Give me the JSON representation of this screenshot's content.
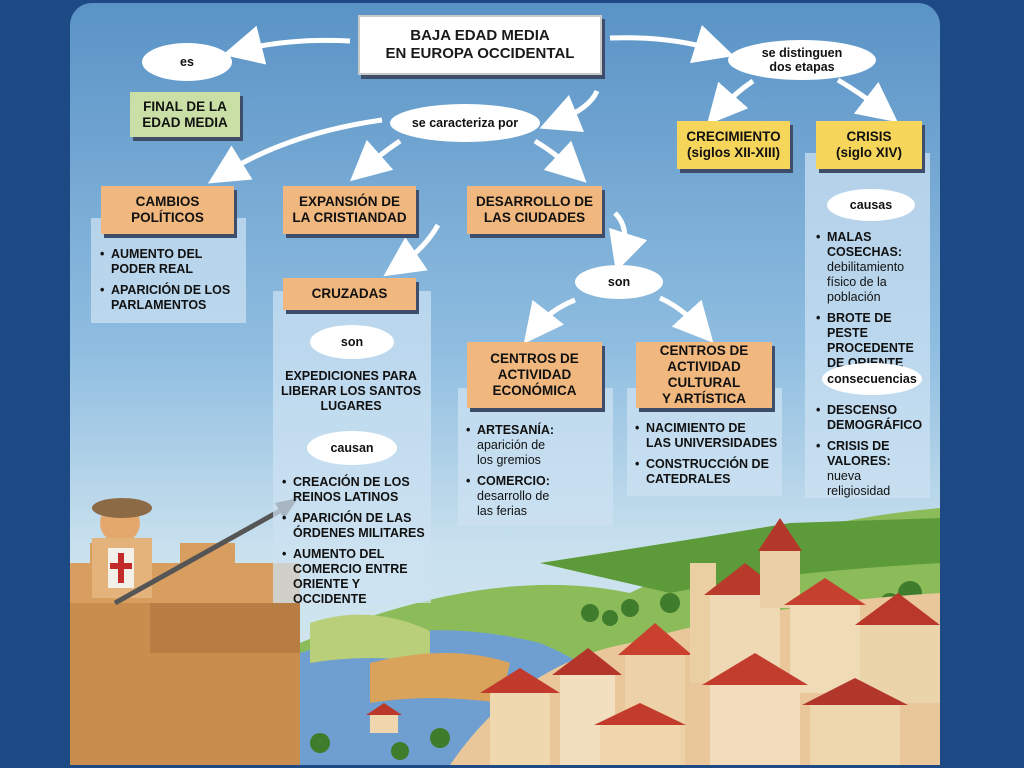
{
  "colors": {
    "frame": "#1d4a85",
    "box_orange": "#f0b77e",
    "box_green": "#c9dfa5",
    "box_yellow": "#f6d55b",
    "arrow": "#ffffff"
  },
  "title": "BAJA EDAD MEDIA\nEN EUROPA OCCIDENTAL",
  "connectors": {
    "es": "es",
    "se_distinguen": "se distinguen\ndos etapas",
    "se_caracteriza": "se caracteriza por",
    "son_cruzadas": "son",
    "causan": "causan",
    "son_ciudades": "son",
    "causas": "causas",
    "consecuencias": "consecuencias"
  },
  "final_edad_media": "FINAL DE LA\nEDAD MEDIA",
  "crecimiento": {
    "title": "CRECIMIENTO",
    "sub": "(siglos XII-XIII)"
  },
  "crisis": {
    "title": "CRISIS",
    "sub": "(siglo XIV)",
    "causas": [
      {
        "bold": "MALAS COSECHAS:",
        "rest": "debilitamiento\nfísico de la\npoblación"
      },
      {
        "bold": "BROTE DE PESTE\nPROCEDENTE\nDE ORIENTE",
        "rest": ""
      }
    ],
    "consecuencias": [
      {
        "bold": "DESCENSO\nDEMOGRÁFICO",
        "rest": ""
      },
      {
        "bold": "CRISIS DE\nVALORES:",
        "rest": "nueva\nreligiosidad"
      }
    ]
  },
  "cambios_politicos": {
    "title": "CAMBIOS\nPOLÍTICOS",
    "items": [
      "AUMENTO DEL\nPODER REAL",
      "APARICIÓN DE LOS\nPARLAMENTOS"
    ]
  },
  "expansion": {
    "title": "EXPANSIÓN DE\nLA CRISTIANDAD"
  },
  "cruzadas": {
    "title": "CRUZADAS",
    "definicion": "EXPEDICIONES PARA\nLIBERAR LOS SANTOS\nLUGARES",
    "efectos": [
      "CREACIÓN DE LOS\nREINOS LATINOS",
      "APARICIÓN DE LAS\nÓRDENES MILITARES",
      "AUMENTO DEL\nCOMERCIO ENTRE\nORIENTE Y OCCIDENTE"
    ]
  },
  "desarrollo": {
    "title": "DESARROLLO DE\nLAS CIUDADES"
  },
  "centros_economica": {
    "title": "CENTROS DE\nACTIVIDAD\nECONÓMICA",
    "items": [
      {
        "bold": "ARTESANÍA:",
        "rest": "aparición de\nlos gremios"
      },
      {
        "bold": "COMERCIO:",
        "rest": "desarrollo de\nlas ferias"
      }
    ]
  },
  "centros_cultural": {
    "title": "CENTROS DE\nACTIVIDAD CULTURAL\nY ARTÍSTICA",
    "items": [
      "NACIMIENTO DE\nLAS UNIVERSIDADES",
      "CONSTRUCCIÓN DE\nCATEDRALES"
    ]
  }
}
